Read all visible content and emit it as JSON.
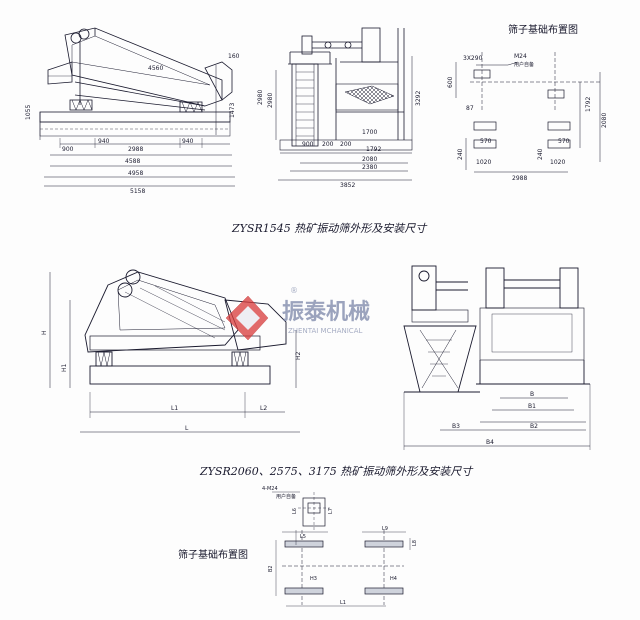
{
  "drawing1": {
    "caption": "ZYSR1545 热矿振动筛外形及安装尺寸",
    "dims_side": {
      "d1055": "1055",
      "d1473": "1473",
      "d160": "160",
      "d2980": "2980",
      "d4560": "4560",
      "d900": "900",
      "d940a": "940",
      "d2988": "2988",
      "d940b": "940",
      "d4588": "4588",
      "d4958": "4958",
      "d5158": "5158"
    },
    "dims_front": {
      "d2980": "2980",
      "d3292": "3292",
      "d1700": "1700",
      "d900": "900",
      "d200a": "200",
      "d200b": "200",
      "d1792": "1792",
      "d2080": "2080",
      "d2380": "2380",
      "d3852": "3852"
    },
    "foundation": {
      "title": "筛子基础布置图",
      "hole": "3X290",
      "bolt": "M24",
      "note": "用户自备",
      "d600": "600",
      "d87": "87",
      "d1792": "1792",
      "d2080": "2080",
      "d570a": "570",
      "d570b": "570",
      "d240a": "240",
      "d240b": "240",
      "d1020a": "1020",
      "d1020b": "1020",
      "d2988": "2988"
    }
  },
  "drawing2": {
    "caption": "ZYSR2060、2575、3175 热矿振动筛外形及安装尺寸",
    "labels": {
      "L1": "L1",
      "L2": "L2",
      "L": "L",
      "H": "H",
      "H1": "H1",
      "H2": "H2",
      "B": "B",
      "B1": "B1",
      "B2": "B2",
      "B3": "B3",
      "B4": "B4"
    },
    "watermark": {
      "cn": "振泰机械",
      "en": "ZHENTAI MCHANICAL",
      "reg": "®"
    }
  },
  "drawing3": {
    "title": "筛子基础布置图",
    "labels": {
      "bolt": "4-M24",
      "L6": "L6",
      "L7": "L7",
      "L9": "L9",
      "L8": "L8",
      "L5": "L5",
      "L1": "L1",
      "H3": "H3",
      "H4": "H4",
      "B2": "B2",
      "note": "用户自备"
    }
  }
}
